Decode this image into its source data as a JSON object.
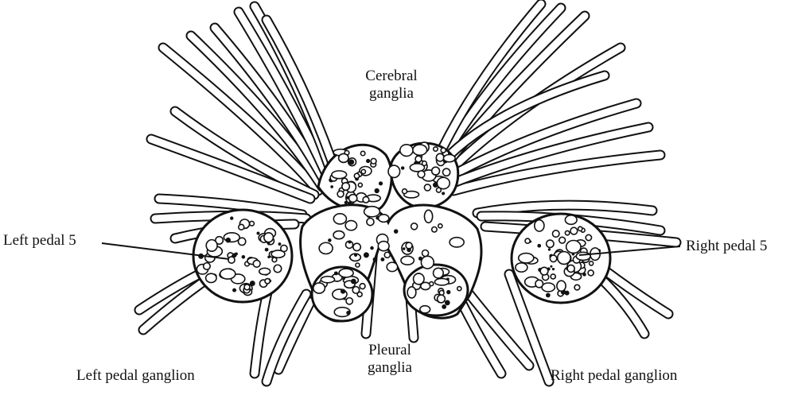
{
  "figure": {
    "labels": {
      "cerebral": "Cerebral\nganglia",
      "pleural": "Pleural\nganglia",
      "left_pedal_5": "Left pedal 5",
      "right_pedal_5": "Right pedal 5",
      "left_pedal_ganglion": "Left pedal ganglion",
      "right_pedal_ganglion": "Right pedal ganglion"
    }
  }
}
